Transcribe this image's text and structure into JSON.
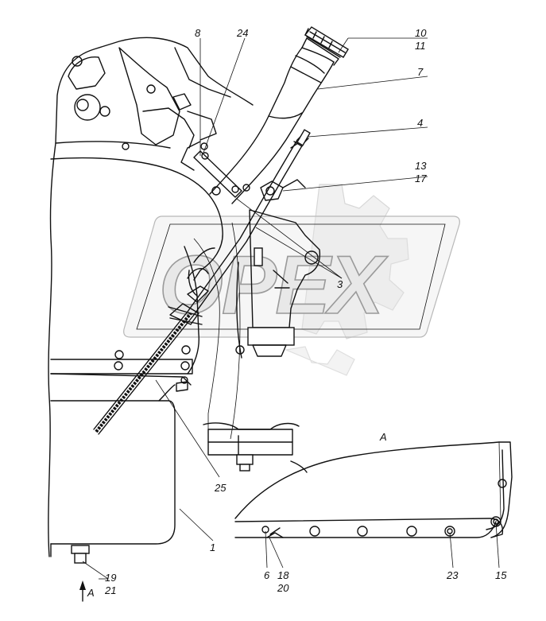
{
  "watermark": {
    "logo_text": "OPEX",
    "fill_color": "#e6e6e6",
    "stroke_color": "#b8b8b8"
  },
  "view_label": "A",
  "view_arrow_label": "A",
  "callouts": {
    "c1": "1",
    "c3": "3",
    "c4": "4",
    "c6": "6",
    "c7": "7",
    "c8": "8",
    "c10": "10",
    "c11": "11",
    "c13": "13",
    "c15": "15",
    "c17": "17",
    "c18": "18",
    "c19": "19",
    "c20": "20",
    "c21": "21",
    "c23": "23",
    "c24": "24",
    "c25": "25"
  },
  "line_color": "#111111"
}
